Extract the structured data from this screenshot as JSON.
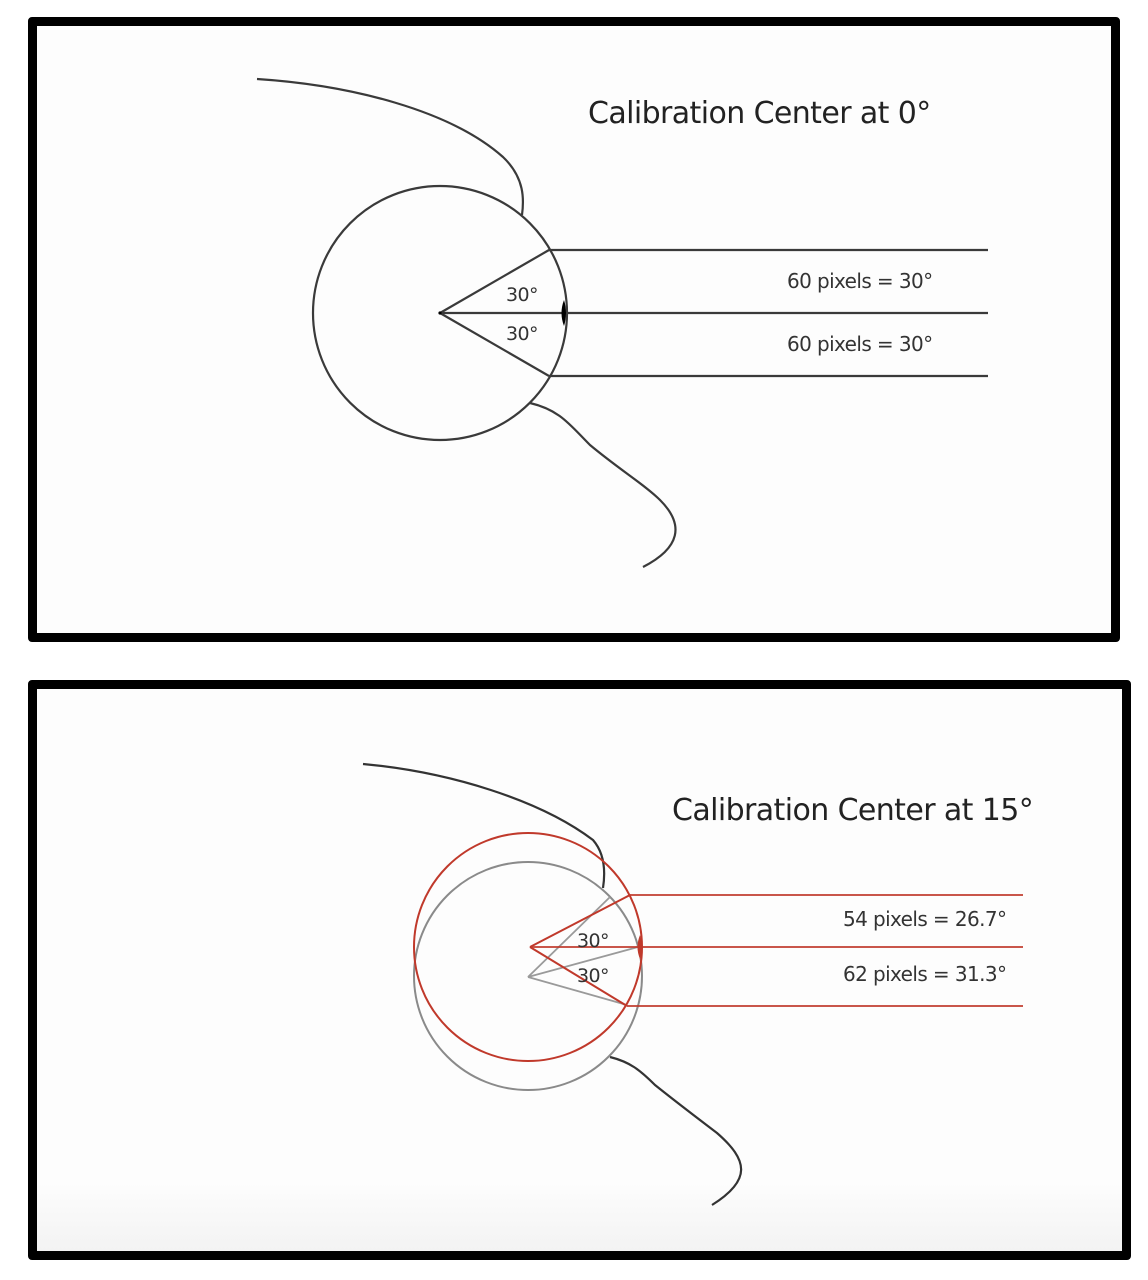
{
  "panels": [
    {
      "title": "Calibration Center at 0°",
      "angles": [
        "30°",
        "30°"
      ],
      "measurements": [
        "60 pixels = 30°",
        "60 pixels = 30°"
      ]
    },
    {
      "title": "Calibration Center at 15°",
      "angles": [
        "30°",
        "30°"
      ],
      "measurements": [
        "54 pixels = 26.7°",
        "62 pixels = 31.3°"
      ]
    }
  ],
  "colors": {
    "frame": "#000000",
    "line": "#3a3a3a",
    "reference_gray": "#8a8a8a",
    "calibrated_red": "#c0392b"
  }
}
